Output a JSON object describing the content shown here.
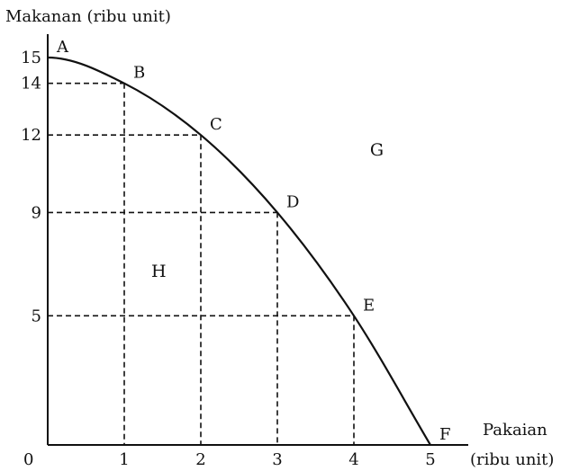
{
  "chart_data": {
    "type": "line",
    "ylabel": "Makanan (ribu unit)",
    "xlabel_line1": "Pakaian",
    "xlabel_line2": "(ribu unit)",
    "origin_label": "0",
    "xlim": [
      0,
      5
    ],
    "ylim": [
      0,
      15
    ],
    "x_ticks": [
      "1",
      "2",
      "3",
      "4",
      "5"
    ],
    "y_ticks": [
      "5",
      "9",
      "12",
      "14",
      "15"
    ],
    "series": [
      {
        "points": [
          {
            "label": "A",
            "x": 0,
            "y": 15
          },
          {
            "label": "B",
            "x": 1,
            "y": 14
          },
          {
            "label": "C",
            "x": 2,
            "y": 12
          },
          {
            "label": "D",
            "x": 3,
            "y": 9
          },
          {
            "label": "E",
            "x": 4,
            "y": 5
          },
          {
            "label": "F",
            "x": 5,
            "y": 0
          }
        ]
      }
    ],
    "regions": [
      {
        "label": "G",
        "x": 4.3,
        "y": 11.2
      },
      {
        "label": "H",
        "x": 1.45,
        "y": 6.5
      }
    ],
    "grid": false
  }
}
